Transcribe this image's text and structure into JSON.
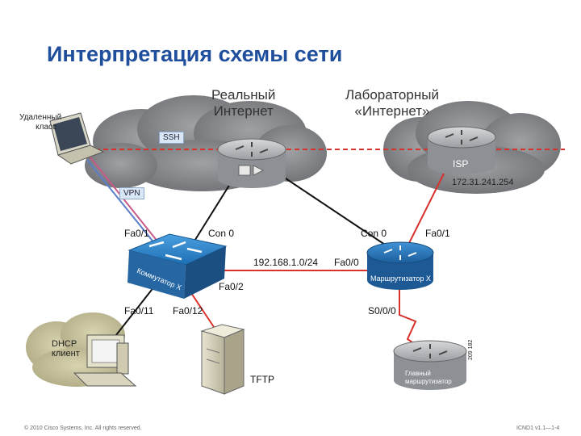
{
  "title": "Интерпретация схемы сети",
  "clouds": {
    "real_internet": [
      "Реальный",
      "Интернет"
    ],
    "lab_internet": [
      "Лабораторный",
      "«Интернет»"
    ]
  },
  "labels": {
    "remote_class": [
      "Удаленный",
      "класс"
    ],
    "ssh": "SSH",
    "vpn": "VPN",
    "isp": "ISP",
    "isp_ip": "172.31.241.254",
    "switch_fa01": "Fa0/1",
    "switch_con0": "Con 0",
    "router_con0": "Con 0",
    "router_fa01": "Fa0/1",
    "subnet": "192.168.1.0/24",
    "router_fa00": "Fa0/0",
    "switch_fa02": "Fa0/2",
    "switch_name": "Коммутатор X",
    "router_name": "Маршрутизатор X",
    "switch_fa011": "Fa0/11",
    "switch_fa012": "Fa0/12",
    "router_s000": "S0/0/0",
    "dhcp_client": [
      "DHCP",
      "клиент"
    ],
    "tftp": "TFTP",
    "main_router": [
      "Главный",
      "маршрутизатор"
    ],
    "main_router_code": "209 182"
  },
  "footer": {
    "copyright": "© 2010 Cisco Systems, Inc. All rights reserved.",
    "course": "ICND1 v1.1—1-4"
  },
  "colors": {
    "title": "#1f4e9c",
    "switch": "#2b7fc2",
    "router_blue": "#2e7bc0",
    "router_gray": "#b9bcc0",
    "cloud": "#8a8c8f",
    "red_link": "#d9312b",
    "black_link": "#111111"
  }
}
